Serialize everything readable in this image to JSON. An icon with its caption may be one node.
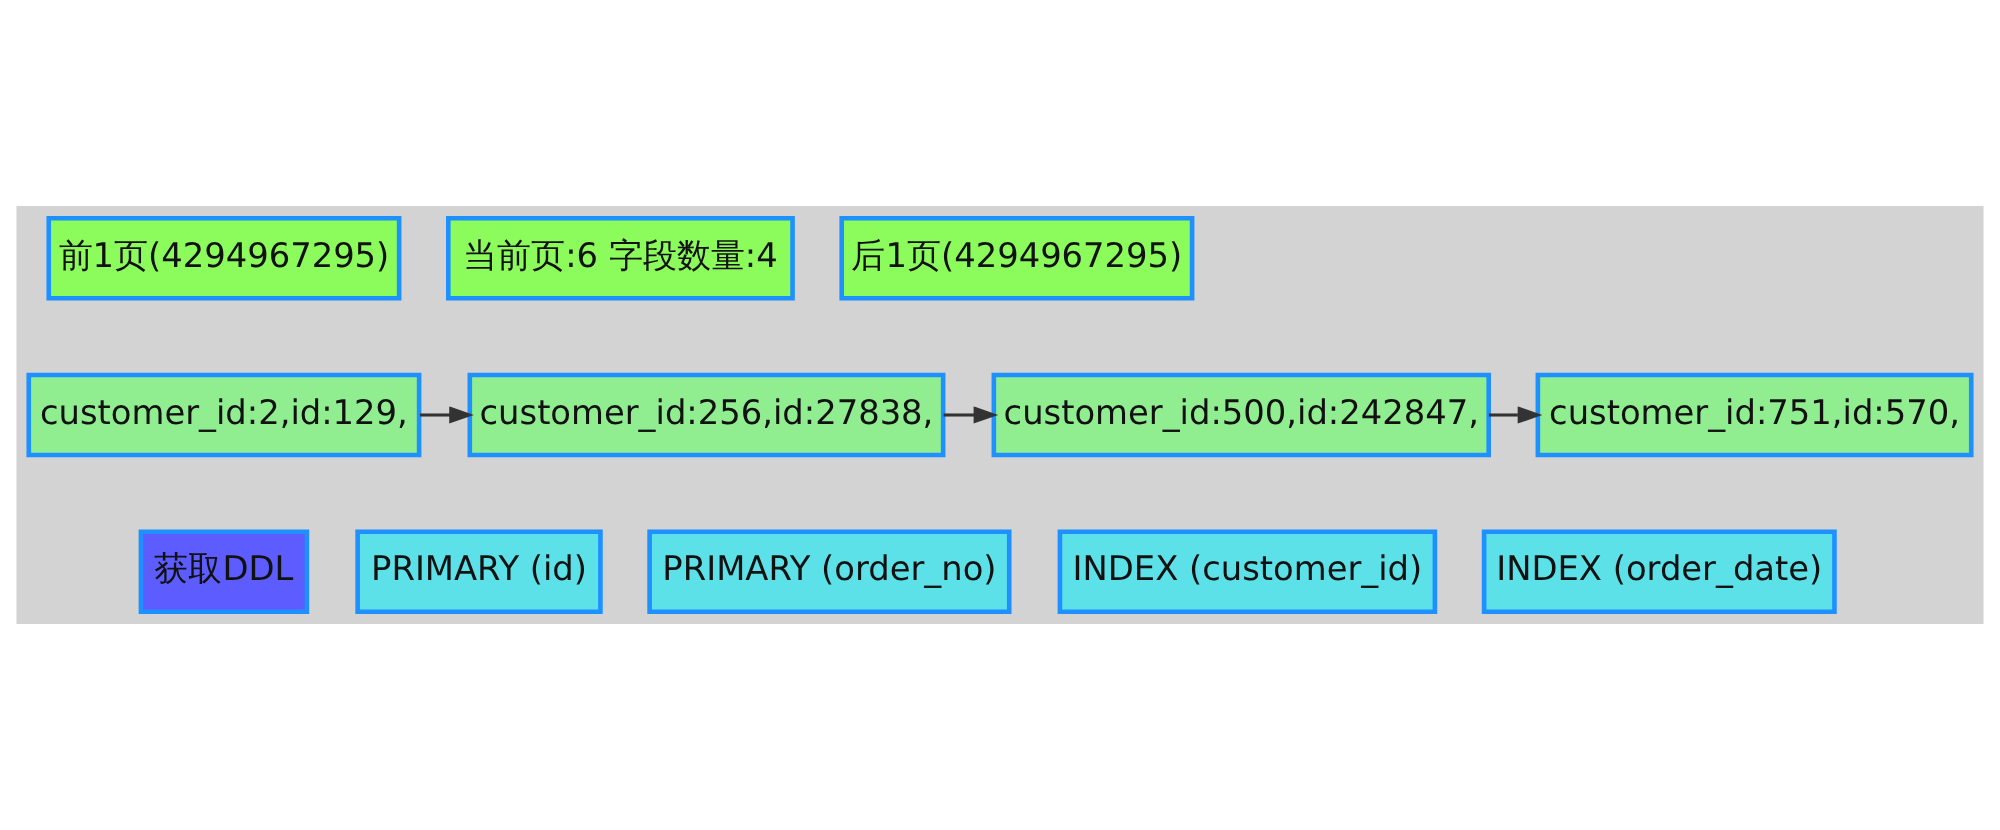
{
  "diagram": {
    "nodes": [
      {
        "text": [
          "前1页(4294967295)"
        ]
      },
      {
        "text": [
          "当前页:6 字段数量:4"
        ]
      },
      {
        "text": [
          "后1页(4294967295)"
        ]
      },
      {
        "text": [
          "customer_id:2,id:129,"
        ]
      },
      {
        "text": [
          "customer_id:256,id:27838,"
        ]
      },
      {
        "text": [
          "customer_id:500,id:242847,"
        ]
      },
      {
        "text": [
          "customer_id:751,id:570,"
        ]
      },
      {
        "text": [
          "获取DDL"
        ]
      },
      {
        "text": [
          "PRIMARY (id)"
        ]
      },
      {
        "text": [
          "PRIMARY (order_no)"
        ]
      },
      {
        "text": [
          "INDEX (customer_id)"
        ]
      },
      {
        "text": [
          "INDEX (order_date)"
        ]
      }
    ],
    "edges": [
      {
        "from": 3,
        "to": 4,
        "arrow": "to"
      },
      {
        "from": 4,
        "to": 5,
        "arrow": "to"
      },
      {
        "from": 5,
        "to": 6,
        "arrow": "to"
      }
    ]
  }
}
